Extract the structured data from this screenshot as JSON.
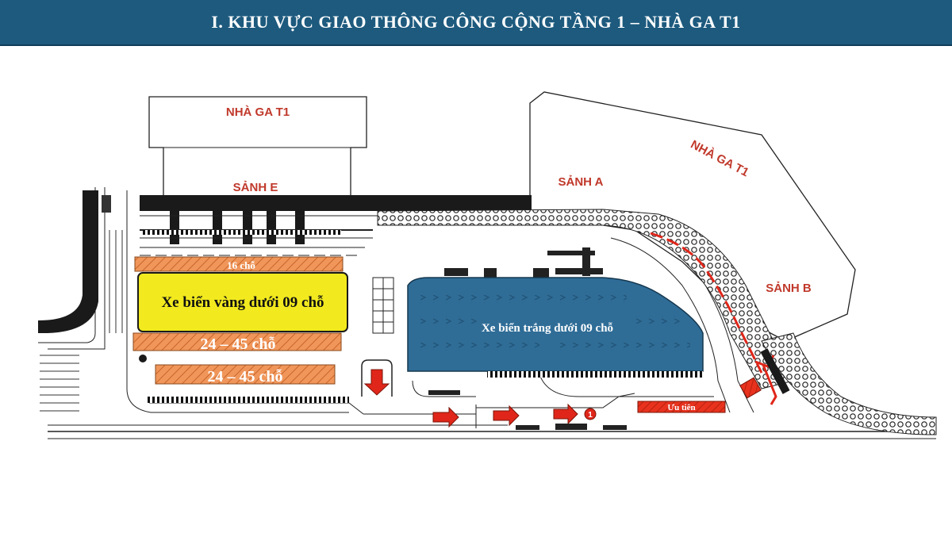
{
  "header": {
    "title": "I. KHU VỰC GIAO THÔNG CÔNG CỘNG TẦNG 1 – NHÀ GA T1"
  },
  "buildings": {
    "terminal_left": "NHÀ GA T1",
    "terminal_right": "NHÀ GA T1",
    "hall_e": "SẢNH E",
    "hall_a": "SẢNH A",
    "hall_b": "SẢNH B"
  },
  "zones": {
    "seat16": "16 chỗ",
    "yellow_plate": "Xe biển vàng dưới 09 chỗ",
    "bus_24_45_upper": "24 – 45 chỗ",
    "bus_24_45_lower": "24 – 45 chỗ",
    "white_plate": "Xe biển trắng dưới 09 chỗ",
    "priority": "Ưu tiên"
  },
  "markers": {
    "point_1": "1"
  },
  "colors": {
    "header": "#1d5a7e",
    "yellow_zone": "#f2ea1e",
    "orange_zone": "#f0965a",
    "blue_zone": "#2f6d97",
    "priority_zone": "#e8321e",
    "label_red": "#c0392b",
    "arrow_red": "#e0261a"
  }
}
